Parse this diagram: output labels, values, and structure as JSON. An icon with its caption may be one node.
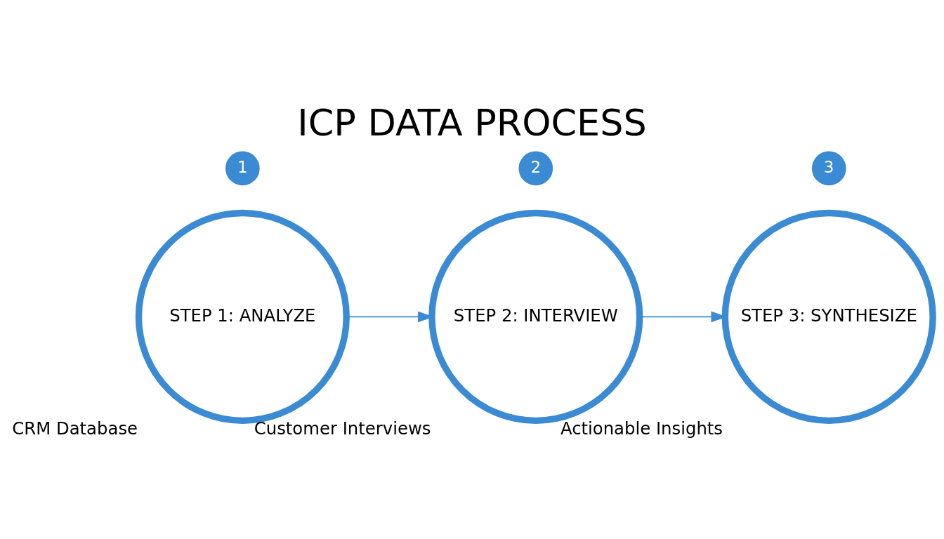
{
  "diagram": {
    "title": "ICP DATA PROCESS",
    "nodes": [
      {
        "text": [
          "1"
        ]
      },
      {
        "text": [
          "STEP 1: ANALYZE"
        ],
        "beside": [
          "CRM Database"
        ]
      },
      {
        "text": [
          "2"
        ]
      },
      {
        "text": [
          "STEP 2: INTERVIEW"
        ],
        "beside": [
          "Customer Interviews"
        ]
      },
      {
        "text": [
          "3"
        ]
      },
      {
        "text": [
          "STEP 3: SYNTHESIZE"
        ],
        "beside": [
          "Actionable Insights"
        ]
      }
    ],
    "edges": [
      {
        "from": 1,
        "to": 3,
        "arrow": "to"
      },
      {
        "from": 3,
        "to": 5,
        "arrow": "to"
      }
    ]
  }
}
